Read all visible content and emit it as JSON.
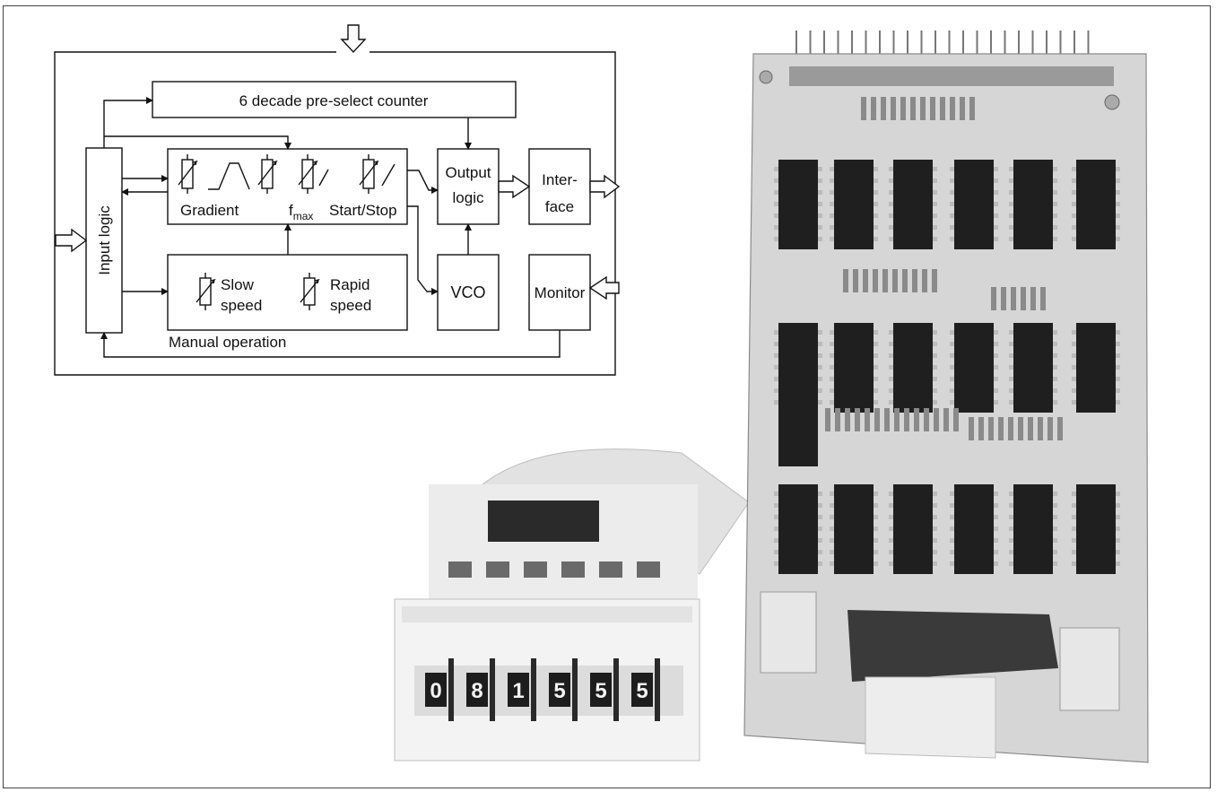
{
  "diagram": {
    "counter_label": "6 decade pre-select counter",
    "input_logic_label": "Input logic",
    "output_logic_label_1": "Output",
    "output_logic_label_2": "logic",
    "interface_label_1": "Inter-",
    "interface_label_2": "face",
    "vco_label": "VCO",
    "monitor_label": "Monitor",
    "gradient_label": "Gradient",
    "fmax_label": "f",
    "fmax_subscript": "max",
    "startstop_label": "Start/Stop",
    "slow_label_1": "Slow",
    "slow_label_2": "speed",
    "rapid_label_1": "Rapid",
    "rapid_label_2": "speed",
    "manual_label": "Manual operation"
  },
  "photo": {
    "counter_digits": [
      "0",
      "8",
      "1",
      "5",
      "5",
      "5"
    ]
  }
}
